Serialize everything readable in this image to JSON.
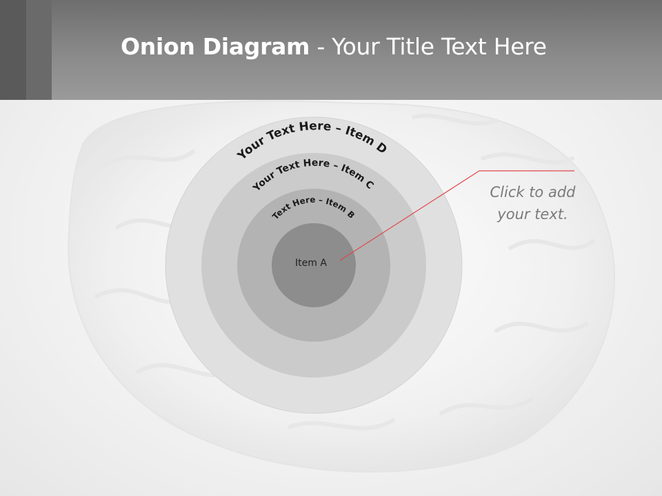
{
  "header": {
    "title_bold": "Onion Diagram",
    "title_rest": " - Your Title Text Here"
  },
  "onion": {
    "items": [
      {
        "id": "A",
        "label": "Item A"
      },
      {
        "id": "B",
        "label": "Text Here – Item B"
      },
      {
        "id": "C",
        "label": "Your Text Here – Item C"
      },
      {
        "id": "D",
        "label": "Your Text Here – Item D"
      }
    ],
    "colors": {
      "ring_d": "#e0e0e0",
      "ring_c": "#cbcbcb",
      "ring_b": "#b3b3b3",
      "core_a": "#8d8d8d",
      "callout_line": "#e0464a"
    }
  },
  "callout": {
    "text": "Click  to add your text."
  },
  "background": {
    "image": "brain-image"
  }
}
